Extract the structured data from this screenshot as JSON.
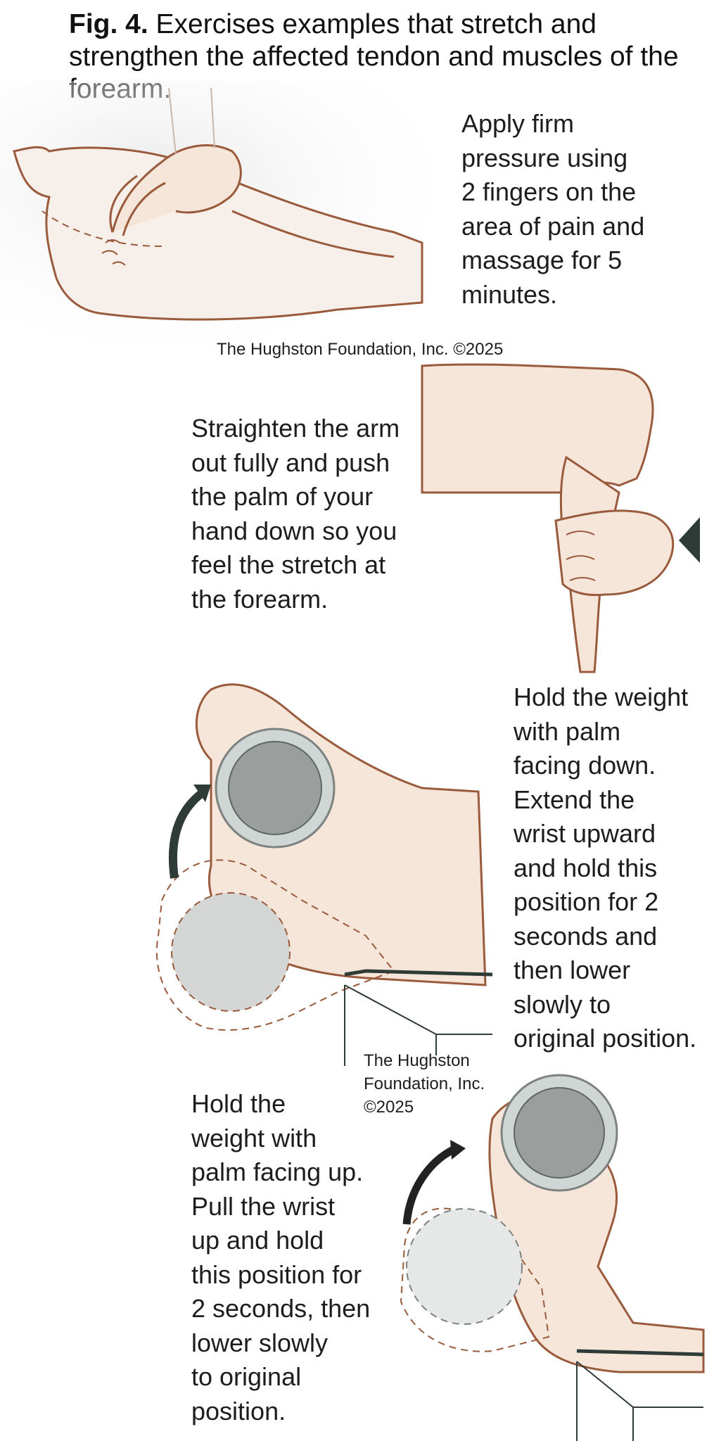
{
  "figure": {
    "label": "Fig. 4.",
    "caption": "Exercises examples that stretch and strengthen the affected tendon and muscles of the forearm."
  },
  "panels": [
    {
      "instruction": "Apply firm\npressure using\n2 fingers on the\narea of pain and\nmassage for 5\nminutes."
    },
    {
      "instruction": "Straighten the arm\nout fully and push\nthe palm of your\nhand down so you\nfeel the stretch at\nthe forearm."
    },
    {
      "instruction": "Hold the weight\nwith palm\nfacing down.\nExtend the\nwrist upward\nand hold this\nposition for 2\nseconds and\nthen lower\nslowly to\noriginal position."
    },
    {
      "instruction": "Hold the\nweight with\npalm facing up.\nPull the wrist\nup and hold\nthis position for\n2 seconds, then\nlower slowly\nto original\nposition."
    }
  ],
  "credits": {
    "panel1": "The Hughston Foundation, Inc. ©2025",
    "panel3": "The Hughston\nFoundation, Inc.\n©2025"
  },
  "colors": {
    "outline": "#9a5a3c",
    "skin": "#f6e6da",
    "shade": "#e9cbb8",
    "weight_outer": "#cfd6d3",
    "weight_inner": "#9a9f9e",
    "ghost_weight": "#d4d6d6",
    "arrow": "#2f3b37"
  }
}
